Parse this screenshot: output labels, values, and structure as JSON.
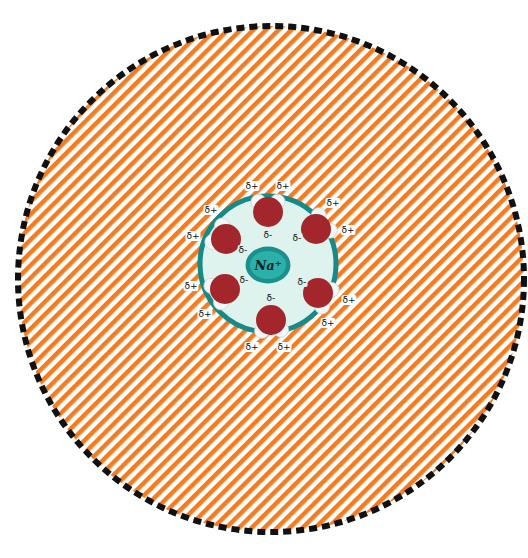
{
  "diagram": {
    "nodes": [
      {
        "text": [
          "Na⁺"
        ]
      }
    ],
    "labels": [
      "δ+",
      "δ+",
      "δ+",
      "δ+",
      "δ+",
      "δ+",
      "δ+",
      "δ+",
      "δ+",
      "δ+",
      "δ+",
      "δ+",
      "δ-",
      "δ-",
      "δ-",
      "δ-",
      "δ-",
      "δ-"
    ]
  }
}
